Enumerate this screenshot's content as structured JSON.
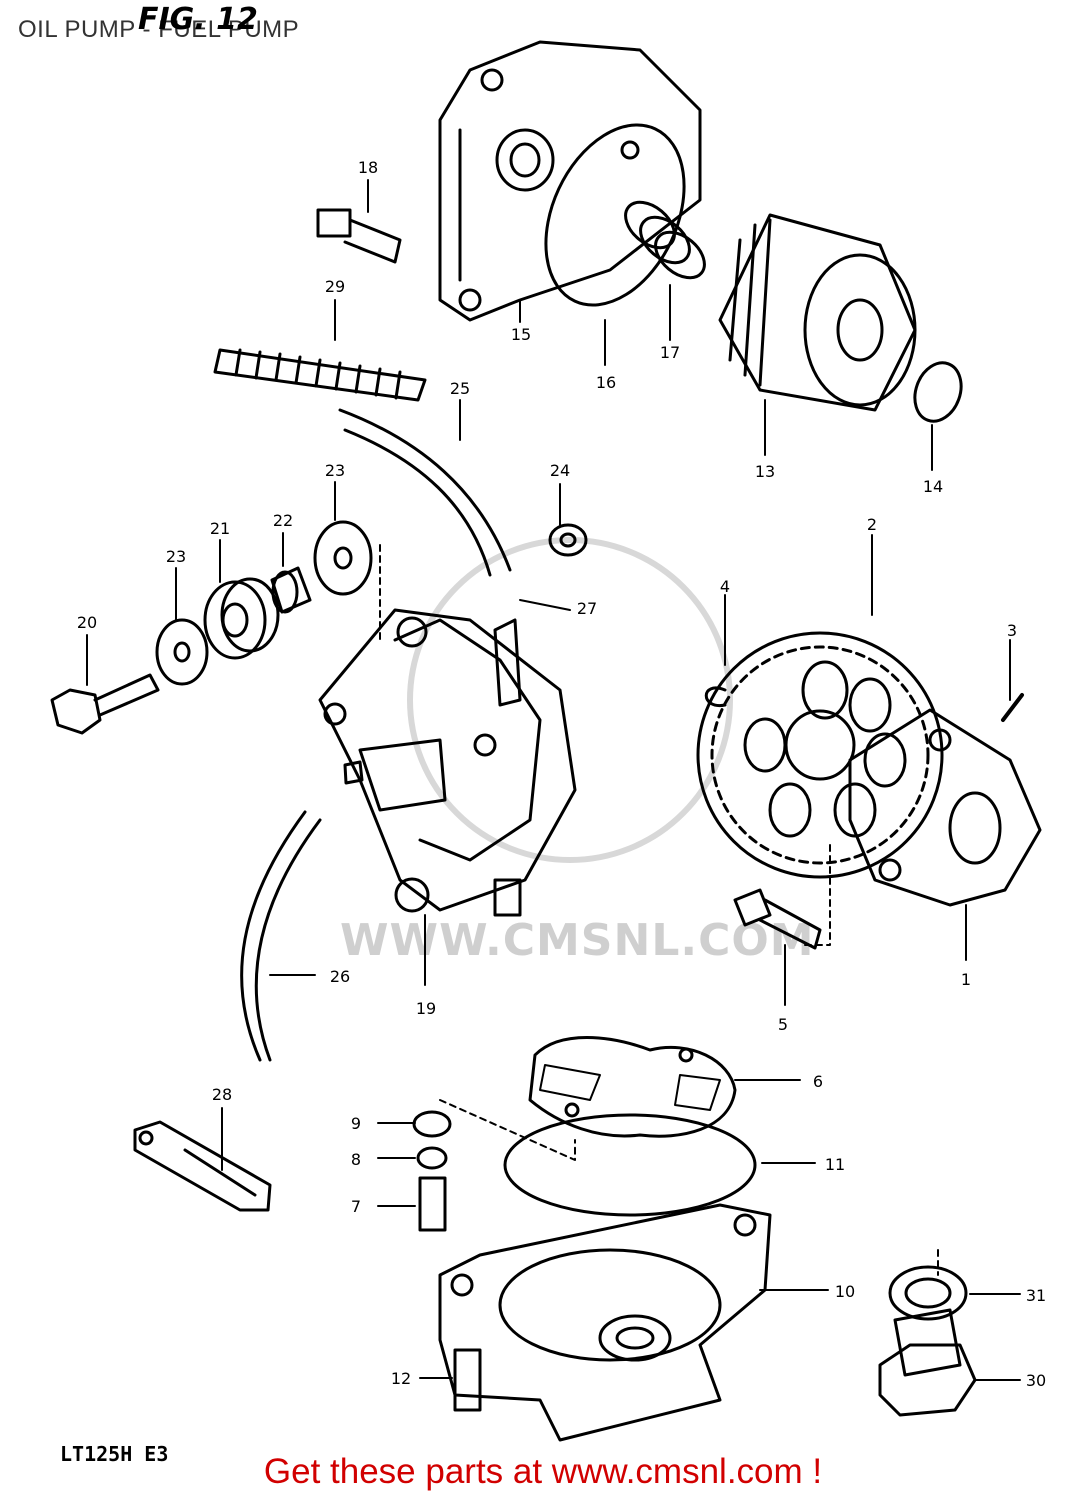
{
  "figure": {
    "fig_label": "FIG. 12",
    "subtitle": "OIL PUMP - FUEL PUMP",
    "model_code": "LT125H E3",
    "watermark": "WWW.CMSNL.COM",
    "cta_text": "Get these parts at www.cmsnl.com !",
    "cta_color": "#d10000"
  },
  "callouts": [
    "1",
    "2",
    "3",
    "4",
    "5",
    "6",
    "7",
    "8",
    "9",
    "10",
    "11",
    "12",
    "13",
    "14",
    "15",
    "16",
    "17",
    "18",
    "19",
    "20",
    "21",
    "22",
    "23",
    "23",
    "24",
    "25",
    "26",
    "27",
    "28",
    "29",
    "30",
    "31"
  ]
}
